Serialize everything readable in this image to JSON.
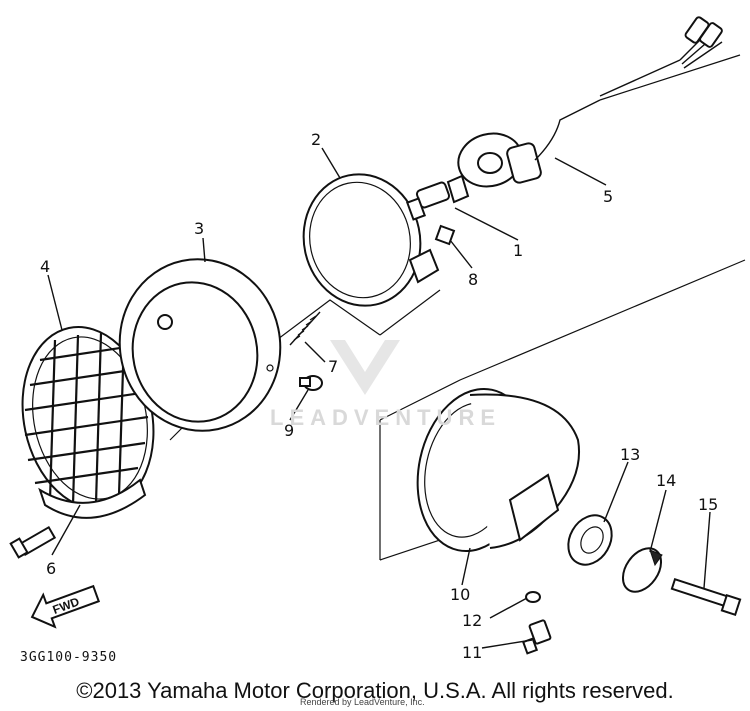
{
  "callouts": [
    {
      "id": "1",
      "label": "1"
    },
    {
      "id": "2",
      "label": "2"
    },
    {
      "id": "3",
      "label": "3"
    },
    {
      "id": "4",
      "label": "4"
    },
    {
      "id": "5",
      "label": "5"
    },
    {
      "id": "6",
      "label": "6"
    },
    {
      "id": "7",
      "label": "7"
    },
    {
      "id": "8",
      "label": "8"
    },
    {
      "id": "9",
      "label": "9"
    },
    {
      "id": "10",
      "label": "10"
    },
    {
      "id": "11",
      "label": "11"
    },
    {
      "id": "12",
      "label": "12"
    },
    {
      "id": "13",
      "label": "13"
    },
    {
      "id": "14",
      "label": "14"
    },
    {
      "id": "15",
      "label": "15"
    }
  ],
  "fwd_label": "FWD",
  "diagram_code": "3GG100-9350",
  "watermark_text": "LEADVENTURE",
  "rendered_by": "Rendered by LeadVenture, Inc.",
  "copyright": "©2013 Yamaha Motor Corporation, U.S.A. All rights reserved."
}
